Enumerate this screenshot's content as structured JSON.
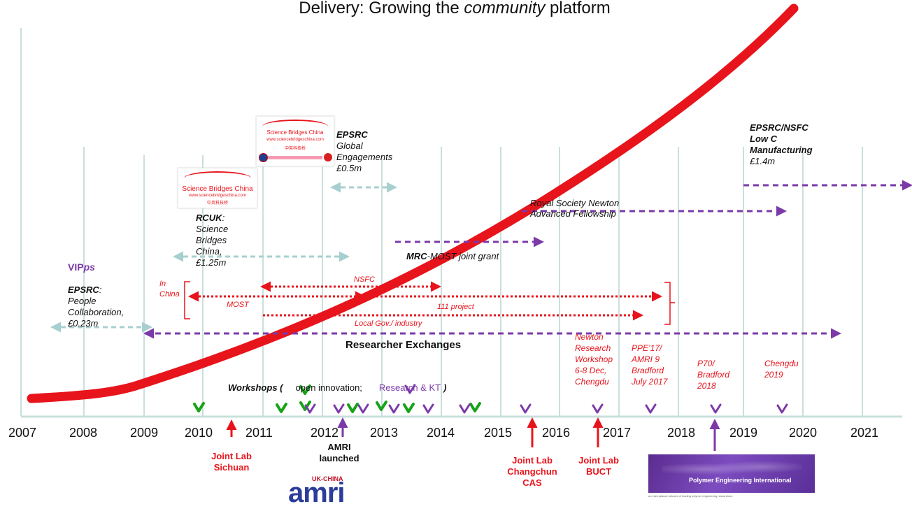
{
  "title_pre": "Delivery: Growing the ",
  "title_em": "community",
  "title_post": " platform",
  "years": [
    "2007",
    "2008",
    "2009",
    "2010",
    "2011",
    "2012",
    "2013",
    "2014",
    "2015",
    "2016",
    "2017",
    "2018",
    "2019",
    "2020",
    "2021"
  ],
  "funding": {
    "epsrc_people": {
      "name": "EPSRC",
      "colon": ":",
      "l1": "People",
      "l2": "Collaboration,",
      "l3": "£0.23m"
    },
    "vipps": {
      "a": "VIP",
      "b": "ps"
    },
    "rcuk": {
      "name": "RCUK",
      "colon": ":",
      "l1": "Science",
      "l2": "Bridges",
      "l3": "China,",
      "l4": "£1.25m"
    },
    "epsrc_global": {
      "name": "EPSRC",
      "l1": "Global",
      "l2": "Engagements",
      "l3": "£0.5m"
    },
    "mrc": {
      "name": "MRC",
      "rest": "-MOST joint grant"
    },
    "royal": {
      "l1": "Royal Society Newton",
      "l2": "Advanced Fellowship"
    },
    "epsrc_nsfc": {
      "l1": "EPSRC/NSFC",
      "l2": "Low C",
      "l3": "Manufacturing",
      "l4": "£1.4m"
    }
  },
  "china_bracket": {
    "l1": "In",
    "l2": "China"
  },
  "red_arrows": {
    "nsfc": "NSFC",
    "most": "MOST",
    "p111": "111 project",
    "local": "Local Gov./ industry"
  },
  "researcher_exchanges": "Researcher Exchanges",
  "workshops": {
    "label": "Workshops (",
    "open": "open innovation;",
    "research": "Research & KT",
    ")": ")"
  },
  "events": {
    "newton": [
      "Newton",
      "Research",
      "Workshop",
      "6-8 Dec,",
      "Chengdu"
    ],
    "ppe": [
      "PPE’17/",
      "AMRI 9",
      "Bradford",
      "July 2017"
    ],
    "p70": [
      "P70/",
      "Bradford",
      "2018"
    ],
    "chengdu": [
      "Chengdu",
      "2019"
    ]
  },
  "bottom": {
    "sichuan": [
      "Joint Lab",
      "Sichuan"
    ],
    "amri": [
      "AMRI",
      "launched"
    ],
    "changchun": [
      "Joint Lab",
      "Changchun",
      "CAS"
    ],
    "buct": [
      "Joint Lab",
      "BUCT"
    ]
  },
  "logos": {
    "sbc_name": "Science Bridges China",
    "sbc_url": "www.sciencebridgeschina.com",
    "sbc_cn": "中英科技桥",
    "sbc_url2": "www.sciencebridgeschina.com",
    "sbc_cn2": "中英科技桥",
    "sbc_name2": "Science Bridges China",
    "amri_top": "UK-CHINA",
    "amri_word": "amri",
    "pei_name": "Polymer Engineering International",
    "pei_sub": "an international network of leading polymer engineering researchers"
  },
  "colors": {
    "red": "#e8141c",
    "purple": "#7b3aa8",
    "teal": "#a8cfcf",
    "grid": "#c9e0dc",
    "green": "#17a317"
  }
}
